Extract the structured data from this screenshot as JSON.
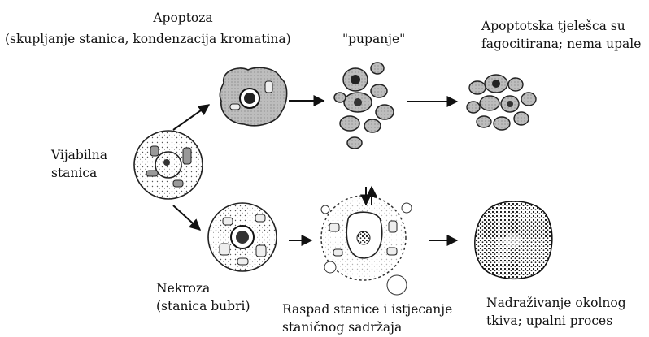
{
  "labels": {
    "apoptosis_title": "Apoptoza",
    "apoptosis_sub": "(skupljanje stanica, kondenzacija kromatina)",
    "budding": "\"pupanje\"",
    "phagocytosed_l1": "Apoptotska tjelešca su",
    "phagocytosed_l2": "fagocitirana; nema upale",
    "viable_l1": "Vijabilna",
    "viable_l2": "stanica",
    "necrosis_l1": "Nekroza",
    "necrosis_l2": "(stanica bubri)",
    "rupture_l1": "Raspad stanice i istjecanje",
    "rupture_l2": "staničnog sadržaja",
    "inflammation_l1": "Nadraživanje okolnog",
    "inflammation_l2": "tkiva; upalni proces"
  },
  "icons": {
    "arrow": "arrow-icon",
    "cell": "cell-icon"
  }
}
